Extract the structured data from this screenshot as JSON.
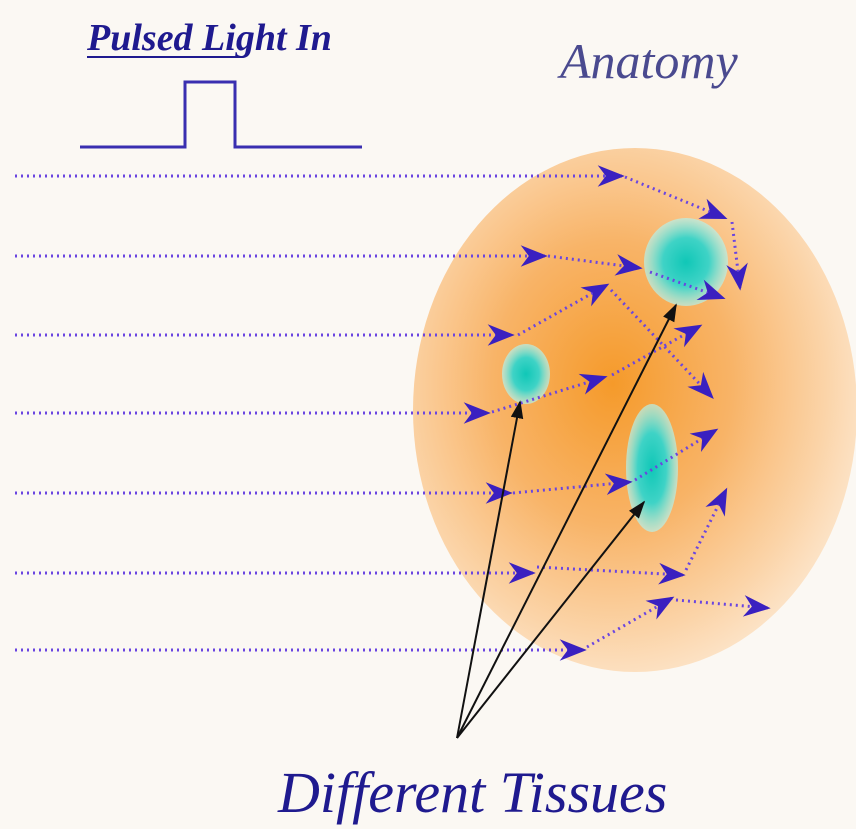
{
  "labels": {
    "pulsed_light_in": "Pulsed Light In",
    "anatomy": "Anatomy",
    "different_tissues": "Different Tissues"
  },
  "colors": {
    "background": "#fbf8f3",
    "pulse_line": "#3a2fb0",
    "title_text": "#1f1a8f",
    "anatomy_text": "#4a4a8f",
    "light_ray": "#6a45e0",
    "arrowhead": "#3a20c0",
    "anatomy_center": "#f59a2a",
    "anatomy_edge": "#fcdcb8",
    "tissue_center": "#10c7b7",
    "tissue_edge": "#a8efe6",
    "pointer_arrow": "#111111",
    "tissues_text": "#1f1a8f"
  },
  "light_rays": {
    "count": 7,
    "style": "dotted"
  },
  "tissues": {
    "count": 3
  }
}
